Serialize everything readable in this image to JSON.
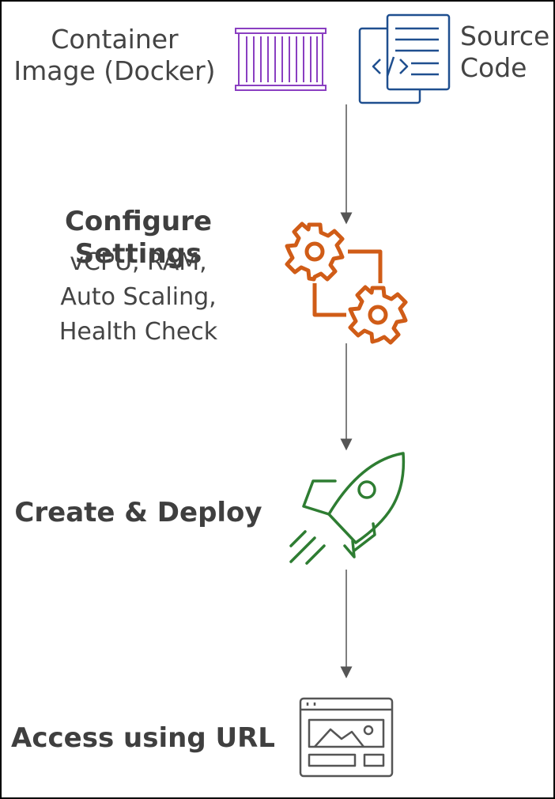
{
  "source_label": [
    "Source",
    "Code"
  ],
  "container_label": [
    "Container",
    "Image (Docker)"
  ],
  "configure": {
    "title": "Configure Settings",
    "details": [
      "vCPU, RAM,",
      "Auto Scaling,",
      "Health Check"
    ]
  },
  "deploy": {
    "title": "Create & Deploy"
  },
  "access": {
    "title": "Access using URL"
  },
  "colors": {
    "container": "#8a3fc1",
    "source": "#1f4f8f",
    "settings": "#d05c17",
    "deploy": "#2e7d32",
    "browser": "#555555",
    "arrow": "#555555"
  }
}
